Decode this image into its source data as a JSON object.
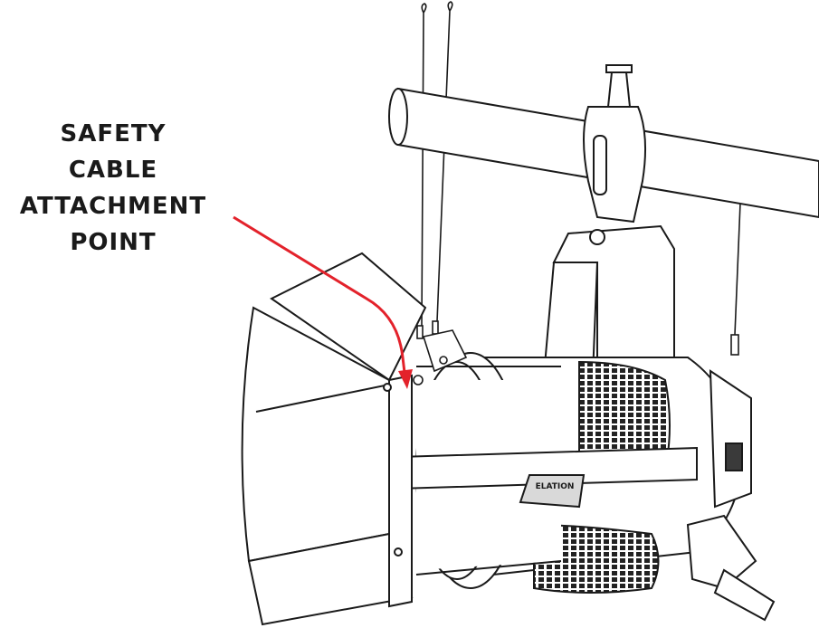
{
  "callout": {
    "lines": [
      "SAFETY",
      "CABLE",
      "ATTACHMENT",
      "POINT"
    ]
  },
  "fixture": {
    "badge_text": "ELATION"
  },
  "colors": {
    "arrow": "#e3222b",
    "line": "#1a1a1a",
    "fill": "#ffffff",
    "shade": "#d9d9d9",
    "dark": "#3a3a3a"
  }
}
